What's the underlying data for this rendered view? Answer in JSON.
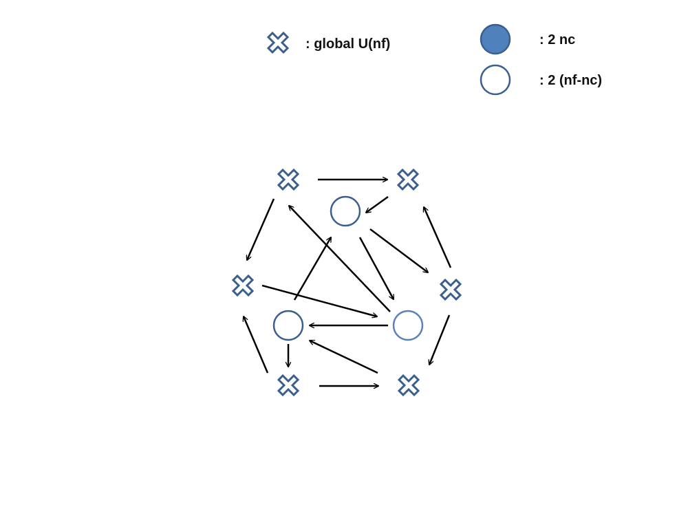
{
  "legend": {
    "cross_label": ": global U(nf)",
    "filled_label": ":  2 nc",
    "open_label": ": 2  (nf-nc)"
  },
  "colors": {
    "node_stroke": "#3A5F8F",
    "filled_fill": "#4F81BD",
    "open_fill": "#FFFFFF",
    "arrow": "#000000"
  },
  "icons": {
    "cross": "cross-node-icon",
    "filled": "filled-circle-icon",
    "open": "open-circle-icon"
  }
}
